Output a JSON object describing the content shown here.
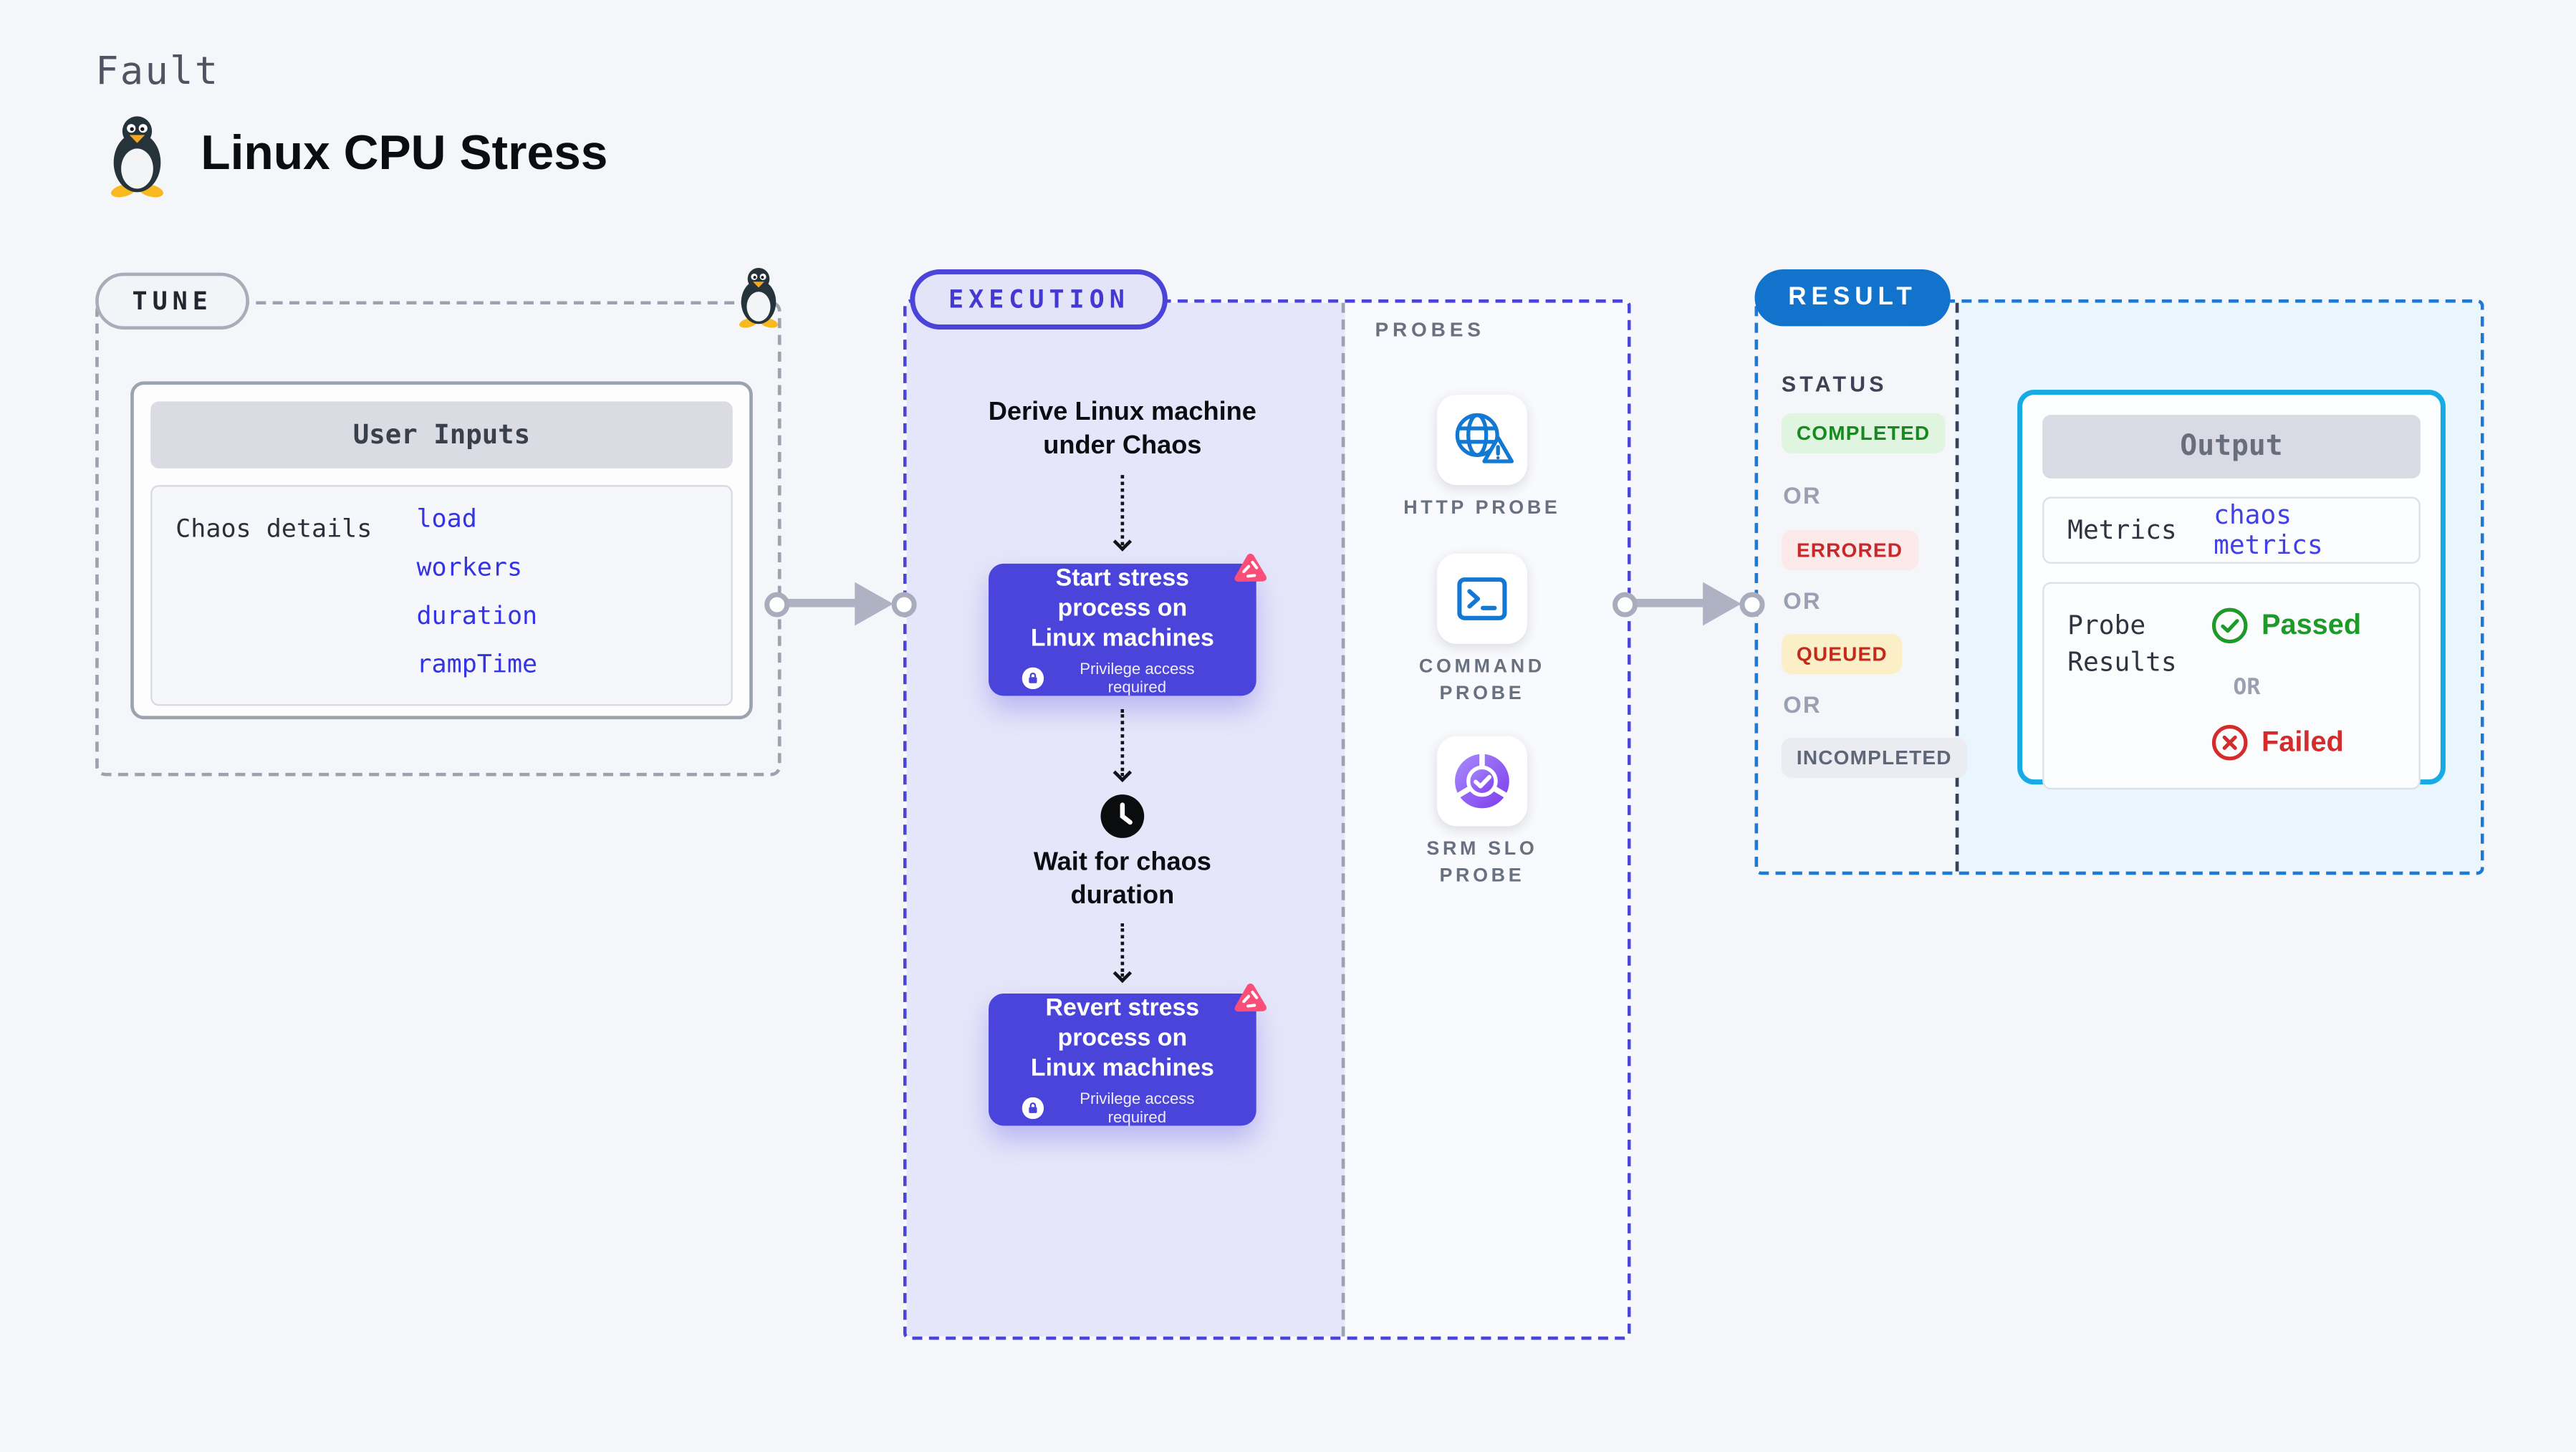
{
  "header": {
    "category": "Fault",
    "title": "Linux CPU Stress",
    "icon": "tux-penguin"
  },
  "tune": {
    "label": "TUNE",
    "card_title": "User Inputs",
    "row_label": "Chaos details",
    "inputs": [
      "load",
      "workers",
      "duration",
      "rampTime"
    ]
  },
  "execution": {
    "label": "EXECUTION",
    "step1": "Derive Linux machine under Chaos",
    "step2": {
      "title": "Start stress process on Linux machines",
      "note": "Privilege access required"
    },
    "step3": "Wait for chaos duration",
    "step4": {
      "title": "Revert stress process on Linux machines",
      "note": "Privilege access required"
    }
  },
  "probes": {
    "label": "PROBES",
    "items": [
      {
        "name": "HTTP PROBE",
        "icon": "globe-alert-icon"
      },
      {
        "name": "COMMAND PROBE",
        "icon": "terminal-icon"
      },
      {
        "name": "SRM SLO PROBE",
        "icon": "slo-donut-icon"
      }
    ]
  },
  "result": {
    "label": "RESULT",
    "status_label": "STATUS",
    "or_label": "OR",
    "statuses": [
      {
        "label": "COMPLETED",
        "bg": "#DFF5DF",
        "color": "#168A1F"
      },
      {
        "label": "ERRORED",
        "bg": "#FCE9E9",
        "color": "#C9272A"
      },
      {
        "label": "QUEUED",
        "bg": "#FBEFC8",
        "color": "#C42A1C"
      },
      {
        "label": "INCOMPLETED",
        "bg": "#EBECF2",
        "color": "#5F6677"
      }
    ],
    "output": {
      "title": "Output",
      "metrics_label": "Metrics",
      "metrics_value": "chaos metrics",
      "probe_results_label": "Probe Results",
      "passed": "Passed",
      "or": "OR",
      "failed": "Failed"
    }
  },
  "colors": {
    "page_bg": "#F4F6FA",
    "accent_indigo": "#4B44DB",
    "lavender_zone": "#E6E6FA",
    "accent_blue": "#1273CC",
    "output_border_cyan": "#16ABE4",
    "output_zone_bg": "#E9F6FD",
    "link_blue": "#3434E4",
    "probe_icon_blue": "#1278D2",
    "chaos_pink": "#FA4E79",
    "passed_green": "#1F9929",
    "failed_red": "#D32C2C"
  }
}
